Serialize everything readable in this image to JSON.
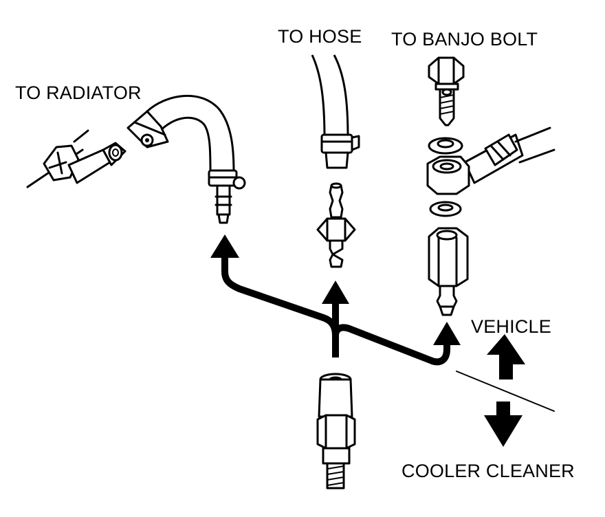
{
  "labels": {
    "to_radiator": "TO RADIATOR",
    "to_hose": "TO HOSE",
    "to_banjo_bolt": "TO BANJO BOLT",
    "vehicle": "VEHICLE",
    "cooler_cleaner": "COOLER CLEANER"
  },
  "colors": {
    "ink": "#000000",
    "paper": "#ffffff"
  }
}
